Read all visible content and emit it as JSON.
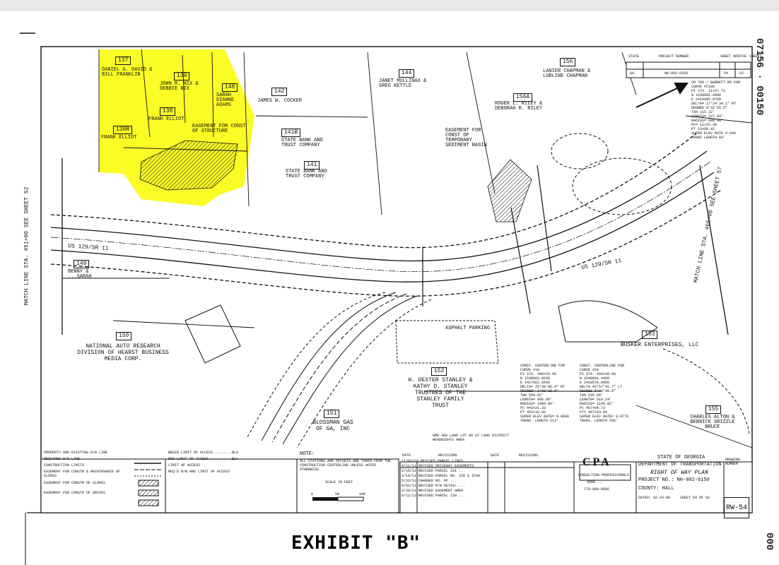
{
  "header": {
    "state_label": "STATE",
    "state": "GA.",
    "project_number_label": "PROJECT NUMBER",
    "project_number": "NH-002-6150",
    "sheet_no_label": "SHEET NO.",
    "sheet_no": "54",
    "total_sheets_label": "TOTAL SHEETS",
    "total_sheets": "62"
  },
  "stamp": {
    "right_top": "07156 · 00150",
    "right_bottom": "000"
  },
  "parcels": [
    {
      "id": "137",
      "owner": "DANIEL A. DAVID & BILL FRANKLIN"
    },
    {
      "id": "139",
      "owner": "JOHN M. NIX & DEBBIE NIX"
    },
    {
      "id": "140",
      "owner": "SARAH DIANNE ADAMS"
    },
    {
      "id": "138",
      "owner": "FRANK ELLIOT"
    },
    {
      "id": "138R",
      "owner": "FRANK ELLIOT"
    },
    {
      "id": "142",
      "owner": "JAMES W. COCKER"
    },
    {
      "id": "141B",
      "owner": "STATE BANK AND TRUST COMPANY"
    },
    {
      "id": "141",
      "owner": "STATE BANK AND TRUST COMPANY"
    },
    {
      "id": "144",
      "owner": "JANET MULLINAX & GREG KETTLE"
    },
    {
      "id": "156A",
      "owner": "ROGER L. RILEY & DEBORAH R. RILEY"
    },
    {
      "id": "156",
      "owner": "LANIER CHAPMAN & LURLINE CHAPMAN"
    },
    {
      "id": "149",
      "owner": "BENNY & ...SARAH"
    },
    {
      "id": "150",
      "owner": "NATIONAL AUTO RESEARCH DIVISION OF HEARST BUSINESS MEDIA CORP."
    },
    {
      "id": "153",
      "owner": "BUSKER ENTERPRISES, LLC"
    },
    {
      "id": "152",
      "owner": "H. DEXTER STANLEY & KATHY D. STANLEY TRUSTEES OF THE STANLEY FAMILY TRUST"
    },
    {
      "id": "151",
      "owner": "BLOSSMAN GAS OF GA, INC"
    },
    {
      "id": "155",
      "owner": "CHARLES ALTON & BERNICE GRIZZLE BRUCE"
    }
  ],
  "roads": {
    "main": "US 129/SR 11",
    "match_left": "MATCH LINE STA. 451+00 SEE SHEET 52",
    "match_right": "MATCH LINE STA. 465+00 SEE SHEET 57"
  },
  "notes": {
    "easement_drain": "EASEMENT FOR CONST OF TEMPORARY SEDIMENT BASIN",
    "easement_struct": "EASEMENT FOR CONST OF STRUCTURE",
    "asphalt_parking": "ASPHALT PARKING",
    "gmd": "GMD 360 LAND LOT NO 87 LAND DISTRICT HEADNIGHTS AREA"
  },
  "curve_18": {
    "title": "CONST. CENTERLINE FOR CURVE #18",
    "rows": [
      "PI STA. 449+25.95",
      "N 1548003.8638",
      "E 2417862.6500",
      "DELTA= 25°30'06.4\" RT",
      "DEGREE= 3°00'00.0\"",
      "TAN 504.02'",
      "LENGTH= 996.89'",
      "RADIUS= 1909.86'",
      "PC 443+21.33",
      "PT 452+18.00",
      "SUPER ELEV RATE= 0.0600",
      "TRANS. LENGTH 213'"
    ]
  },
  "curve_19": {
    "title": "CONST. CENTERLINE FOR CURVE #19",
    "rows": [
      "PI STA. 460+39.58",
      "N 1548801.4400",
      "E 2418578.6050",
      "DELTA 45°57'42.7\" LT",
      "DEGREE 5°00'00.0\"",
      "TAN 535.89'",
      "LENGTH= 919.24'",
      "RADIUS= 1145.92'",
      "PC 457+04.73",
      "PT= 467+03.94",
      "SUPER ELEV RATE= 0.0770",
      "TRANS. LENGTH 256'"
    ]
  },
  "curve_top": {
    "title": "CR 700 / BARRETT RD FOR CURVE #C106",
    "rows": [
      "PI STA. 11+67.71",
      "N 1548682.9900",
      "E 2418486.8700",
      "DELTA= 17°24'34.1\" RT",
      "DEGREE 9°32'55.5\"",
      "TAN 115.32'",
      "LENGTH= 227.03'",
      "RADIUS= 600.00'",
      "PC= 11+23.39",
      "PT 13+68.42",
      "SUPER ELEV RATE 0.040",
      "TRANS LENGTH 83'"
    ]
  },
  "legend": {
    "left": [
      "PROPERTY AND EXISTING R/W LINE",
      "REQUIRED R/W LINE",
      "CONSTRUCTION LIMITS",
      "EASEMENT FOR CONSTR & MAINTENANCE OF SLOPES",
      "EASEMENT FOR CONSTR OF SLOPES",
      "EASEMENT FOR CONSTR OF DRIVES"
    ],
    "mid": [
      "BEGIN LIMIT OF ACCESS ........BLA",
      "END LIMIT OF ACCESS ..........ELA",
      "LIMIT OF ACCESS",
      "REQ'D R/W AND LIMIT OF ACCESS"
    ]
  },
  "note": {
    "title": "NOTE:",
    "body": "ALL STATIONS AND OFFSETS ARE TAKEN FROM THE CONSTRUCTION CENTERLINE UNLESS NOTED OTHERWISE.",
    "scale": "SCALE IN FEET",
    "ticks": [
      "0",
      "50",
      "100"
    ]
  },
  "revisions": {
    "date_label": "DATE",
    "revisions_label": "REVISIONS",
    "rows": [
      "11/03/10 REVISED PARCEL LINES",
      "4/11/11 REVISED DRIVEWAY EASEMENTS",
      "2/15/11 REVISED PARCEL 151 ...",
      "3/18/11 REVISED PARCEL NO. 150 & 153A",
      "5/26/11 CHANGED NO. OF ...",
      "6/01/11 REVISED R/W DETAIL ...",
      "3/29/11 REVISED EASEMENT AREA",
      "6/11/12 REVISED PARCEL 150 ..."
    ]
  },
  "consultant": {
    "logo": "CPA",
    "name": "CONSULTING PROFESSIONALS",
    "address": "4000 ...",
    "phone": "770-000-0000"
  },
  "title_block": {
    "state": "STATE OF GEORGIA",
    "dept": "DEPARTMENT OF TRANSPORTATION",
    "plan": "RIGHT OF WAY PLAN",
    "project": "PROJECT NO.: NH-002-6150",
    "county": "COUNTY: HALL",
    "dated": "DATED: 02-24-08",
    "sheet": "SHEET 54 OF 62",
    "drawing_number_label": "DRAWING NUMBER",
    "rw": "RW-54"
  },
  "exhibit": "EXHIBIT \"B\""
}
